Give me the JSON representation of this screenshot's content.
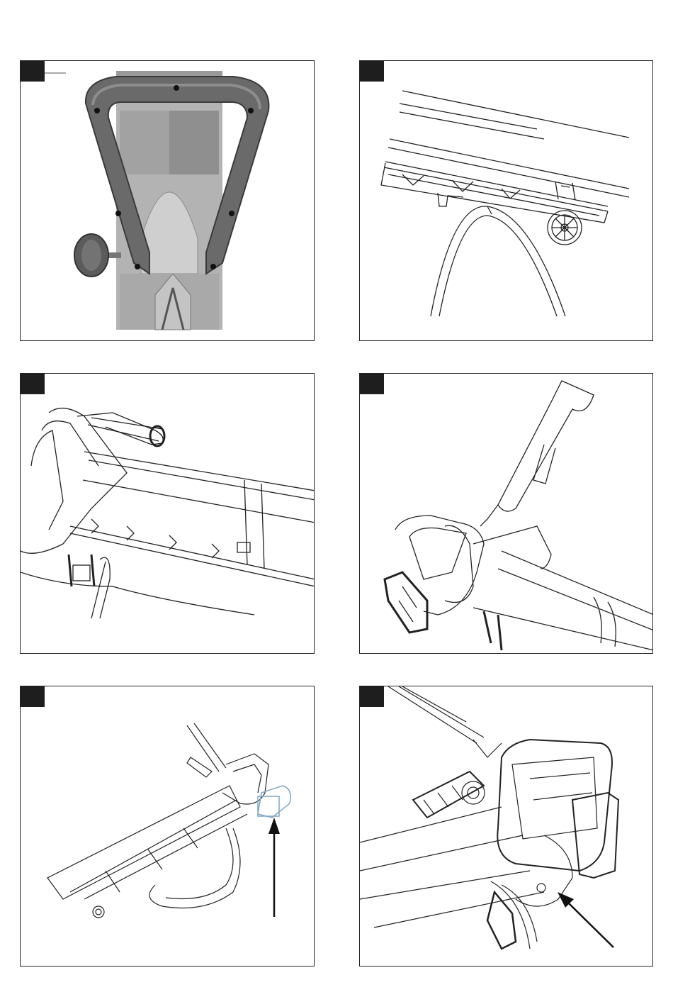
{
  "panels": [
    {
      "id": "panel-1",
      "subject": "handle-front-view"
    },
    {
      "id": "panel-2",
      "subject": "tube-with-wheel"
    },
    {
      "id": "panel-3",
      "subject": "tube-assembly-side"
    },
    {
      "id": "panel-4",
      "subject": "shoulder-strap-attach"
    },
    {
      "id": "panel-5",
      "subject": "blower-overview-arrow"
    },
    {
      "id": "panel-6",
      "subject": "switch-detail-arrow"
    }
  ],
  "colors": {
    "line": "#222222",
    "tag": "#1e1e1e",
    "photo_light": "#b9b9b9",
    "photo_dark": "#6a6a6a",
    "highlight": "#7ea6c6"
  }
}
